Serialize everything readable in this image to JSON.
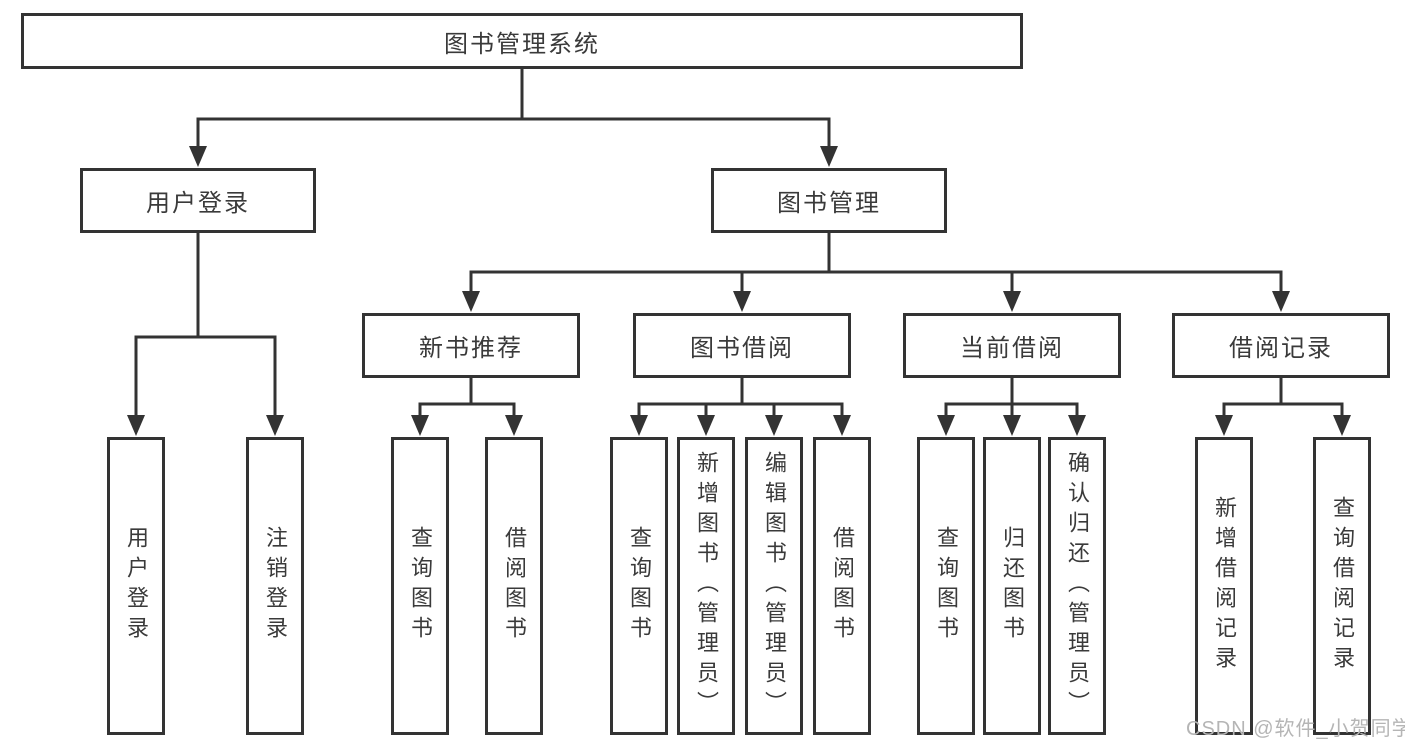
{
  "diagram": {
    "root": {
      "label": "图书管理系统"
    },
    "level2": [
      {
        "label": "用户登录"
      },
      {
        "label": "图书管理"
      }
    ],
    "level3": [
      {
        "label": "新书推荐"
      },
      {
        "label": "图书借阅"
      },
      {
        "label": "当前借阅"
      },
      {
        "label": "借阅记录"
      }
    ],
    "leaves": {
      "user_login": [
        "用户登录",
        "注销登录"
      ],
      "new_book": [
        "查询图书",
        "借阅图书"
      ],
      "borrow": [
        "查询图书",
        "新增图书（管理员）",
        "编辑图书（管理员）",
        "借阅图书"
      ],
      "current": [
        "查询图书",
        "归还图书",
        "确认归还（管理员）"
      ],
      "records": [
        "新增借阅记录",
        "查询借阅记录"
      ]
    }
  },
  "watermark": {
    "text": "CSDN @软件_小贺同学"
  },
  "colors": {
    "line": "#333333",
    "box_border": "#333333",
    "text": "#3a3a3a",
    "watermark": "#b5b5b5",
    "background": "#ffffff"
  }
}
